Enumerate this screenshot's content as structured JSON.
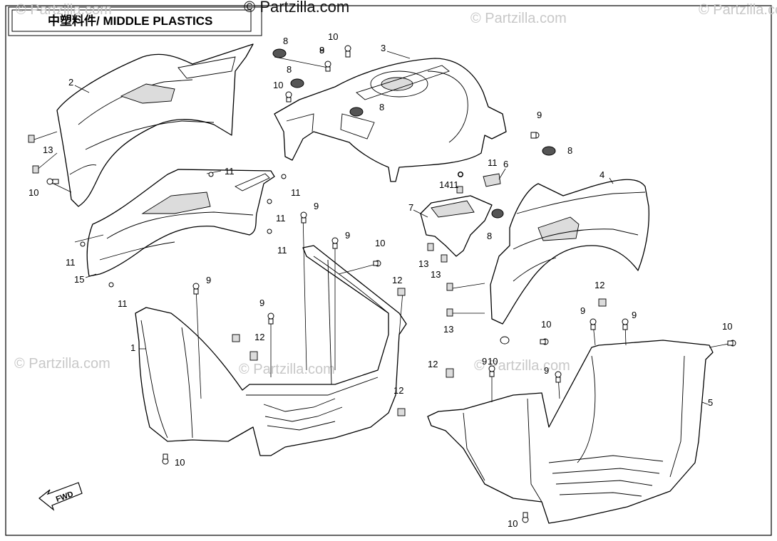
{
  "title": "中塑料件/ MIDDLE PLASTICS",
  "watermark_main": "© Partzilla.com",
  "watermarks": [
    "© Partzilla.com",
    "© Partzilla.com",
    "© Partzilla.com",
    "© Partzilla.com",
    "© Partzilla.com",
    "© Partzilla.com"
  ],
  "direction_label": "FWD",
  "callouts": [
    "1",
    "2",
    "3",
    "4",
    "5",
    "6",
    "7",
    "8",
    "8",
    "8",
    "8",
    "8",
    "8",
    "9",
    "9",
    "9",
    "9",
    "9",
    "9",
    "9",
    "9",
    "9",
    "9",
    "10",
    "10",
    "10",
    "10",
    "10",
    "10",
    "10",
    "10",
    "10",
    "11",
    "11",
    "11",
    "11",
    "11",
    "11",
    "11",
    "11",
    "12",
    "12",
    "12",
    "12",
    "12",
    "13",
    "13",
    "13",
    "13",
    "14",
    "15"
  ]
}
